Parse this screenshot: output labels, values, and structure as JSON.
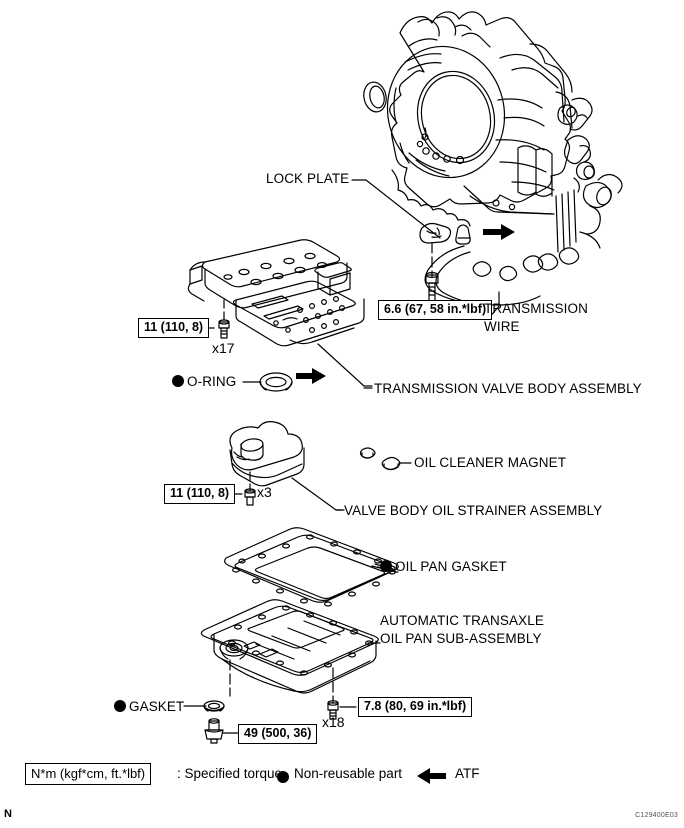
{
  "sheet": {
    "page_mark": "N",
    "figure_code": "C129400E03"
  },
  "callouts": {
    "lock_plate": "LOCK PLATE",
    "transmission_wire_line1": "TRANSMISSION",
    "transmission_wire_line2": "WIRE",
    "transmission_valve_body": "TRANSMISSION VALVE BODY ASSEMBLY",
    "o_ring": "O-RING",
    "oil_cleaner_magnet": "OIL CLEANER MAGNET",
    "valve_body_oil_strainer": "VALVE BODY OIL STRAINER ASSEMBLY",
    "oil_pan_gasket": "OIL PAN GASKET",
    "oil_pan_sub_line1": "AUTOMATIC TRANSAXLE",
    "oil_pan_sub_line2": "OIL PAN SUB-ASSEMBLY",
    "gasket": "GASKET"
  },
  "torques": {
    "valve_body_bolt": "11 (110, 8)",
    "valve_body_bolt_qty": "x17",
    "lock_plate_bolt": "6.6 (67, 58 in.*lbf)",
    "strainer_bolt": "11 (110, 8)",
    "strainer_bolt_qty": "x3",
    "oil_pan_bolt": "7.8 (80, 69 in.*lbf)",
    "oil_pan_bolt_qty": "x18",
    "drain_plug": "49 (500, 36)"
  },
  "legend": {
    "torque_unit_box": "N*m (kgf*cm, ft.*lbf)",
    "torque_meaning": ": Specified torque",
    "non_reusable": "Non-reusable part",
    "atf": "ATF"
  },
  "colors": {
    "ink": "#000000",
    "paper": "#ffffff"
  }
}
